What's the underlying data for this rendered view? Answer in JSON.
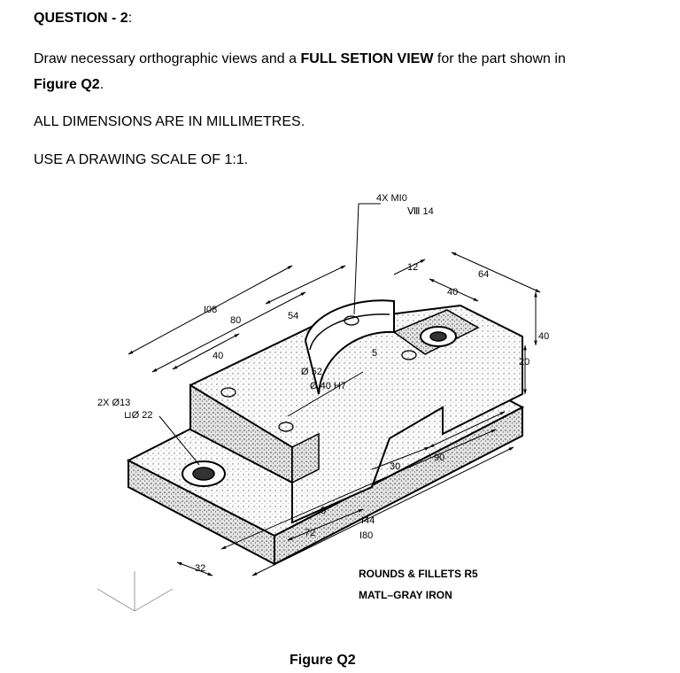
{
  "question": {
    "label": "QUESTION - 2",
    "colon": ":"
  },
  "instruction": {
    "part1": "Draw necessary orthographic views and a ",
    "bold1": "FULL SETION VIEW",
    "part2": " for the part shown in",
    "bold2": "Figure Q2",
    "part3": "."
  },
  "units_note": "ALL DIMENSIONS ARE IN MILLIMETRES.",
  "scale_note": "USE A DRAWING SCALE OF 1:1.",
  "figure": {
    "caption": "Figure Q2",
    "callouts": {
      "tapped_holes": "4X  MI0",
      "tapped_depth": "Ⅷ 14",
      "counterbore_holes": "2X  Ø13",
      "counterbore_dia": "⊔Ø 22",
      "bore_52": "Ø 52",
      "bore_40": "Ø 40 H7",
      "notes_line1": "ROUNDS & FILLETS R5",
      "notes_line2": "MATL–GRAY IRON"
    },
    "dimensions": [
      "I08",
      "80",
      "40",
      "54",
      "12",
      "40",
      "64",
      "40",
      "20",
      "5",
      "30",
      "90",
      "5",
      "72",
      "I44",
      "I80",
      "32"
    ]
  }
}
